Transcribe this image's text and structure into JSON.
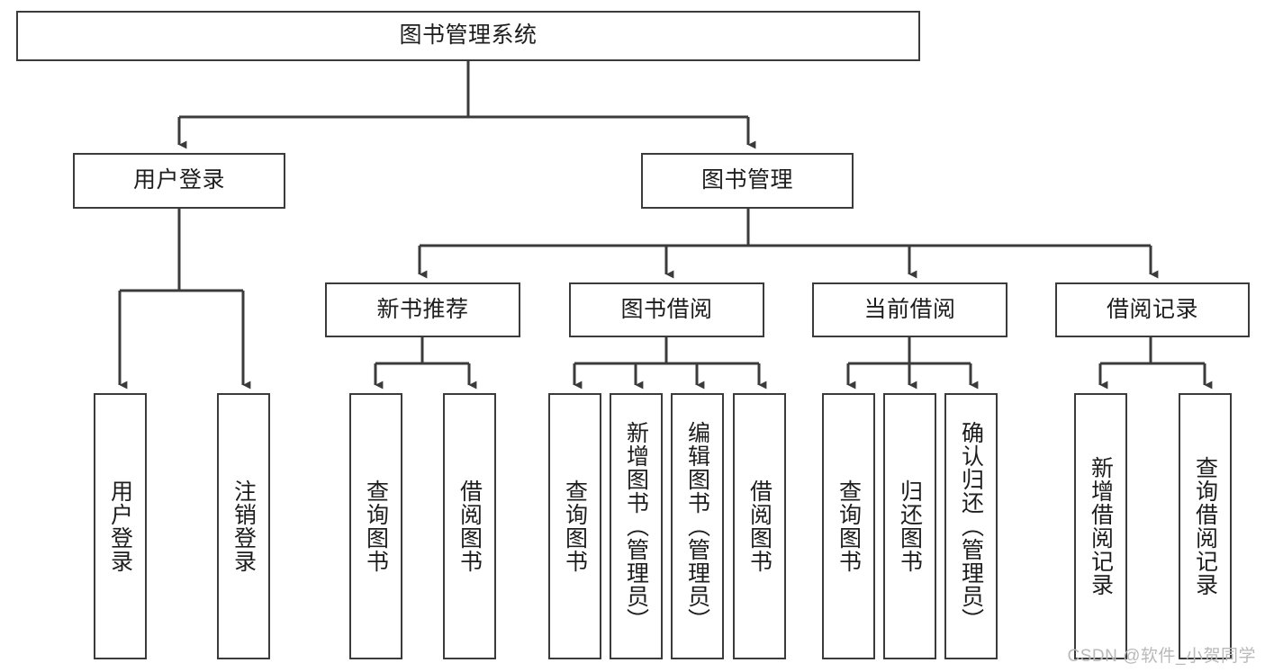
{
  "diagram": {
    "title": "图书管理系统",
    "type": "tree-hierarchy-chart",
    "levels": {
      "root": {
        "label": "图书管理系统",
        "orientation": "horizontal"
      },
      "level2": [
        {
          "label": "用户登录",
          "orientation": "horizontal"
        },
        {
          "label": "图书管理",
          "orientation": "horizontal"
        }
      ],
      "level3": [
        {
          "label": "新书推荐",
          "orientation": "horizontal"
        },
        {
          "label": "图书借阅",
          "orientation": "horizontal"
        },
        {
          "label": "当前借阅",
          "orientation": "horizontal"
        },
        {
          "label": "借阅记录",
          "orientation": "horizontal"
        }
      ],
      "level4": [
        {
          "label": "用户登录",
          "orientation": "vertical",
          "parent": "用户登录"
        },
        {
          "label": "注销登录",
          "orientation": "vertical",
          "parent": "用户登录"
        },
        {
          "label": "查询图书",
          "orientation": "vertical",
          "parent": "新书推荐"
        },
        {
          "label": "借阅图书",
          "orientation": "vertical",
          "parent": "新书推荐"
        },
        {
          "label": "查询图书",
          "orientation": "vertical",
          "parent": "图书借阅"
        },
        {
          "label": "新增图书（管理员）",
          "orientation": "vertical",
          "parent": "图书借阅"
        },
        {
          "label": "编辑图书（管理员）",
          "orientation": "vertical",
          "parent": "图书借阅"
        },
        {
          "label": "借阅图书",
          "orientation": "vertical",
          "parent": "图书借阅"
        },
        {
          "label": "查询图书",
          "orientation": "vertical",
          "parent": "当前借阅"
        },
        {
          "label": "归还图书",
          "orientation": "vertical",
          "parent": "当前借阅"
        },
        {
          "label": "确认归还（管理员）",
          "orientation": "vertical",
          "parent": "当前借阅"
        },
        {
          "label": "新增借阅记录",
          "orientation": "vertical",
          "parent": "借阅记录"
        },
        {
          "label": "查询借阅记录",
          "orientation": "vertical",
          "parent": "借阅记录"
        }
      ]
    },
    "colors": {
      "box_border": "#3b3b3b",
      "box_fill": "#ffffff",
      "connector": "#3b3b3b",
      "text": "#1d1d1d",
      "watermark": "#b9b9b9"
    }
  },
  "watermark": {
    "text": "CSDN @软件_小贺同学"
  }
}
